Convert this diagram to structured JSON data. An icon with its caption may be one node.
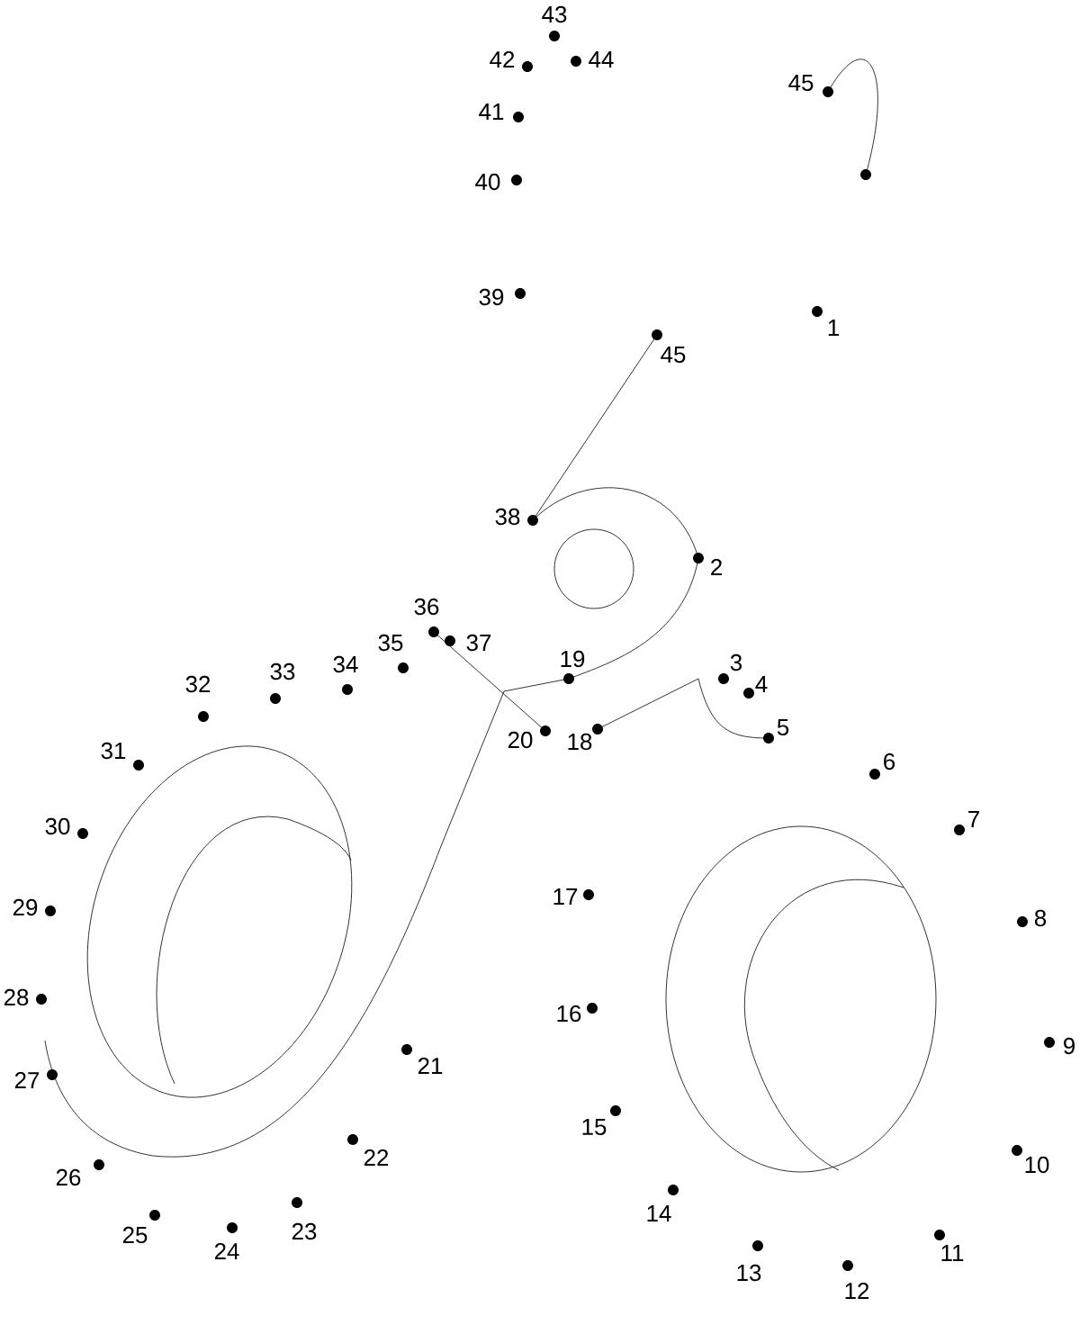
{
  "diagram": {
    "labels": [
      "43",
      "42",
      "44",
      "45",
      "41",
      "40",
      "39",
      "1",
      "45",
      "38",
      "2",
      "36",
      "35",
      "37",
      "34",
      "33",
      "19",
      "3",
      "32",
      "4",
      "20",
      "18",
      "5",
      "31",
      "6",
      "30",
      "7",
      "17",
      "29",
      "8",
      "28",
      "16",
      "27",
      "9",
      "21",
      "15",
      "22",
      "10",
      "26",
      "14",
      "25",
      "24",
      "23",
      "11",
      "13",
      "12"
    ]
  }
}
